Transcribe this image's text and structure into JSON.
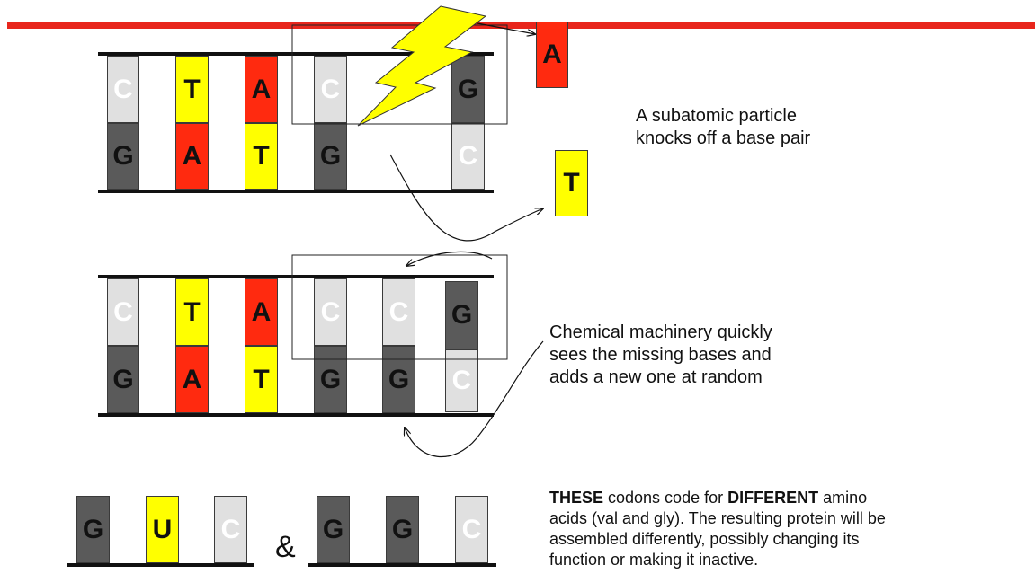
{
  "colors": {
    "accent_line": "#e8261c",
    "base_light": "#e0e0e0",
    "base_dark": "#5a5a5a",
    "base_yellow": "#ffff00",
    "base_red": "#ff2a0f",
    "lightning": "#ffff00"
  },
  "strand1": {
    "top": [
      "C",
      "T",
      "A",
      "C",
      "G"
    ],
    "bottom": [
      "G",
      "A",
      "T",
      "G",
      "C"
    ]
  },
  "ejected": {
    "top": "A",
    "bottom": "T"
  },
  "strand2": {
    "top": [
      "C",
      "T",
      "A",
      "C",
      "C",
      "G"
    ],
    "bottom": [
      "G",
      "A",
      "T",
      "G",
      "G",
      "C"
    ]
  },
  "codon1": [
    "G",
    "U",
    "C"
  ],
  "codon2": [
    "G",
    "G",
    "C"
  ],
  "ampersand": "&",
  "captions": {
    "step1_line1": "A subatomic particle",
    "step1_line2": "knocks off a base pair",
    "step2_line1": "Chemical machinery quickly",
    "step2_line2": "sees the missing bases and",
    "step2_line3": "adds a new one at random",
    "step3_bold1": "THESE",
    "step3_text1": " codons code for ",
    "step3_bold2": "DIFFERENT",
    "step3_text2": " amino",
    "step3_line2": "acids (val and gly). The resulting protein will be",
    "step3_line3": "assembled differently, possibly changing its",
    "step3_line4": "function or making it inactive."
  }
}
